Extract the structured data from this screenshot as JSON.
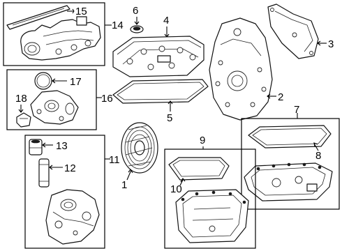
{
  "diagram": {
    "callouts": {
      "c1": "1",
      "c2": "2",
      "c3": "3",
      "c4": "4",
      "c5": "5",
      "c6": "6",
      "c7": "7",
      "c8": "8",
      "c9": "9",
      "c10": "10",
      "c11": "11",
      "c12": "12",
      "c13": "13",
      "c14": "14",
      "c15": "15",
      "c16": "16",
      "c17": "17",
      "c18": "18"
    },
    "parts": {
      "p1": "crankshaft-pulley",
      "p2": "timing-cover",
      "p3": "cover-plate",
      "p4": "valve-cover",
      "p5": "valve-cover-gasket",
      "p6": "oil-filler-cap",
      "p7": "oil-pan-upper",
      "p8": "upper-pan-gasket",
      "p9": "oil-pan-lower",
      "p10": "lower-pan-gasket",
      "p11": "oil-filter-housing",
      "p12": "oil-filter",
      "p13": "filter-cap",
      "p14": "intake-manifold",
      "p15": "manifold-gasket",
      "p16": "thermostat-housing",
      "p17": "thermostat-seal",
      "p18": "sensor"
    }
  }
}
